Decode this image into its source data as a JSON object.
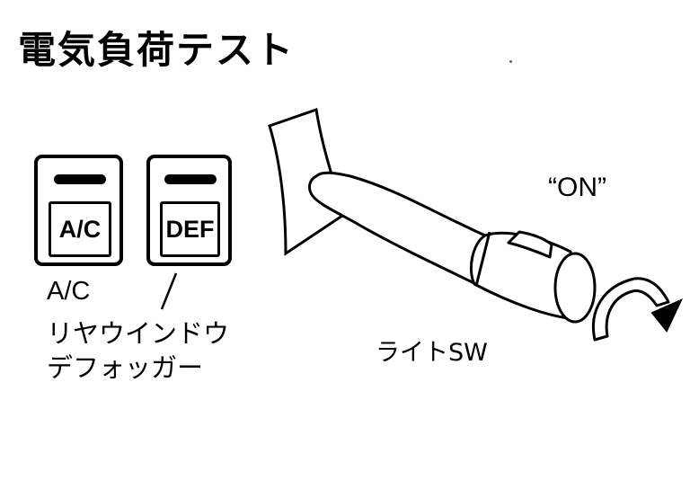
{
  "title": "電気負荷テスト",
  "buttons": {
    "ac": {
      "face_label": "A/C"
    },
    "def": {
      "face_label": "DEF"
    }
  },
  "labels": {
    "ac": "A/C",
    "rear_defogger_line1": "リヤウインドウ",
    "rear_defogger_line2": "デフォッガー",
    "light_switch": "ライトSW",
    "on": "“ON”"
  },
  "icons": {
    "rotate_arrow": "rotate-arrow-icon"
  }
}
